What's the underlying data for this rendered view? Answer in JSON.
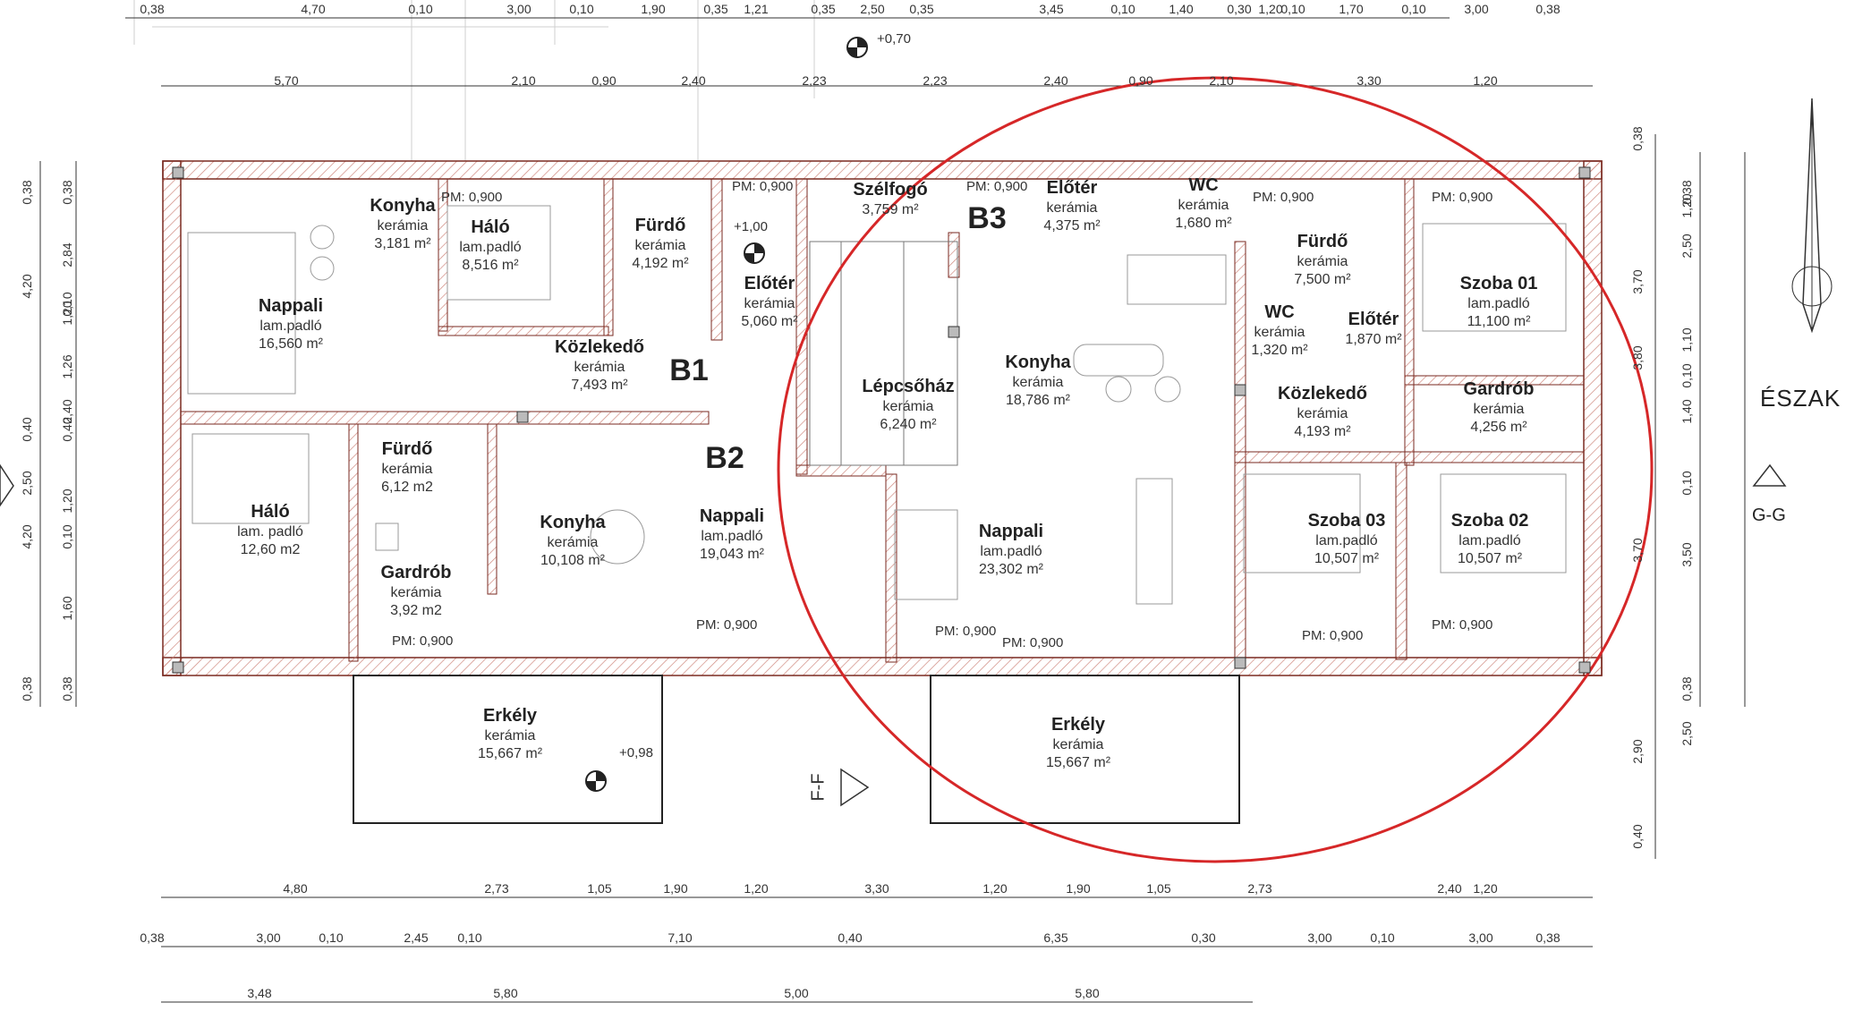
{
  "apartments": {
    "b1": "B1",
    "b2": "B2",
    "b3": "B3"
  },
  "north_label": "ÉSZAK",
  "section_gg": "G-G",
  "section_ff": "F-F",
  "level_top": "+0,70",
  "level_entry": "+1,00",
  "level_balcony": "+0,98",
  "rooms": {
    "b1_konyha": {
      "name": "Konyha",
      "floor": "kerámia",
      "area": "3,181 m²"
    },
    "b1_halo": {
      "name": "Háló",
      "floor": "lam.padló",
      "area": "8,516 m²"
    },
    "b1_furdo": {
      "name": "Fürdő",
      "floor": "kerámia",
      "area": "4,192 m²"
    },
    "b1_eloter": {
      "name": "Előtér",
      "floor": "kerámia",
      "area": "5,060 m²"
    },
    "b1_nappali": {
      "name": "Nappali",
      "floor": "lam.padló",
      "area": "16,560 m²"
    },
    "b1_kozlekedo": {
      "name": "Közlekedő",
      "floor": "kerámia",
      "area": "7,493 m²"
    },
    "b2_halo": {
      "name": "Háló",
      "floor": "lam. padló",
      "area": "12,60 m2"
    },
    "b2_furdo": {
      "name": "Fürdő",
      "floor": "kerámia",
      "area": "6,12 m2"
    },
    "b2_gardrob": {
      "name": "Gardrób",
      "floor": "kerámia",
      "area": "3,92 m2"
    },
    "b2_konyha": {
      "name": "Konyha",
      "floor": "kerámia",
      "area": "10,108 m²"
    },
    "b2_nappali": {
      "name": "Nappali",
      "floor": "lam.padló",
      "area": "19,043 m²"
    },
    "b2_erkely": {
      "name": "Erkély",
      "floor": "kerámia",
      "area": "15,667 m²"
    },
    "szelfogo": {
      "name": "Szélfogó",
      "floor": "",
      "area": "3,759 m²"
    },
    "lepcsohaz": {
      "name": "Lépcsőház",
      "floor": "kerámia",
      "area": "6,240 m²"
    },
    "b3_eloter": {
      "name": "Előtér",
      "floor": "kerámia",
      "area": "4,375 m²"
    },
    "b3_wc": {
      "name": "WC",
      "floor": "kerámia",
      "area": "1,680 m²"
    },
    "b3_konyha": {
      "name": "Konyha",
      "floor": "kerámia",
      "area": "18,786 m²"
    },
    "b3_nappali": {
      "name": "Nappali",
      "floor": "lam.padló",
      "area": "23,302 m²"
    },
    "b3_erkely": {
      "name": "Erkély",
      "floor": "kerámia",
      "area": "15,667 m²"
    },
    "b3_furdo": {
      "name": "Fürdő",
      "floor": "kerámia",
      "area": "7,500 m²"
    },
    "b3_wc2": {
      "name": "WC",
      "floor": "kerámia",
      "area": "1,320 m²"
    },
    "b3_eloter2": {
      "name": "Előtér",
      "floor": "",
      "area": "1,870 m²"
    },
    "b3_kozlekedo": {
      "name": "Közlekedő",
      "floor": "kerámia",
      "area": "4,193 m²"
    },
    "szoba01": {
      "name": "Szoba 01",
      "floor": "lam.padló",
      "area": "11,100 m²"
    },
    "gardrob": {
      "name": "Gardrób",
      "floor": "kerámia",
      "area": "4,256 m²"
    },
    "szoba03": {
      "name": "Szoba 03",
      "floor": "lam.padló",
      "area": "10,507 m²"
    },
    "szoba02": {
      "name": "Szoba 02",
      "floor": "lam.padló",
      "area": "10,507 m²"
    }
  },
  "pm_label": "PM: 0,900",
  "dims_top_row1": [
    "0,38",
    "4,70",
    "0,10",
    "3,00",
    "0,10",
    "1,90",
    "0,35",
    "1,21",
    "0,35",
    "2,50",
    "0,35",
    "3,45",
    "0,10",
    "1,40",
    "0,30",
    "1,20",
    "0,10",
    "1,70",
    "0,10",
    "3,00",
    "0,38"
  ],
  "dims_top_row2": [
    "5,70",
    "2,10",
    "0,90",
    "2,40",
    "2,23",
    "2,23",
    "2,40",
    "0,90",
    "2,10",
    "3,30",
    "1,20"
  ],
  "dims_bottom_row1": [
    "4,80",
    "2,73",
    "1,05",
    "1,90",
    "1,20",
    "3,30",
    "1,20",
    "1,90",
    "1,05",
    "2,73",
    "2,40",
    "1,20"
  ],
  "dims_bottom_row2": [
    "0,38",
    "3,00",
    "0,10",
    "2,45",
    "0,10",
    "7,10",
    "0,40",
    "6,35",
    "0,30",
    "3,00",
    "0,10",
    "3,00",
    "0,38"
  ],
  "dims_bottom_row3": [
    "3,48",
    "5,80",
    "5,00",
    "5,80"
  ],
  "dims_left": [
    "0,38",
    "4,20",
    "0,40",
    "2,50",
    "4,20",
    "0,38"
  ],
  "dims_left2": [
    "0,38",
    "2,84",
    "0,10",
    "1,20",
    "1,26",
    "2,40",
    "0,40",
    "1,20",
    "0,10",
    "1,60",
    "0,38"
  ],
  "dims_right": [
    "0,38",
    "3,70",
    "3,80",
    "3,70",
    "2,90",
    "0,40"
  ],
  "dims_right2": [
    "0,38",
    "1,20",
    "2,50",
    "1,10",
    "0,10",
    "1,40",
    "0,10",
    "3,50",
    "2,50",
    "0,38"
  ],
  "colors": {
    "wall": "#c0392b",
    "hatch": "#d9a39a",
    "circle": "#d62728",
    "line": "#333333"
  }
}
